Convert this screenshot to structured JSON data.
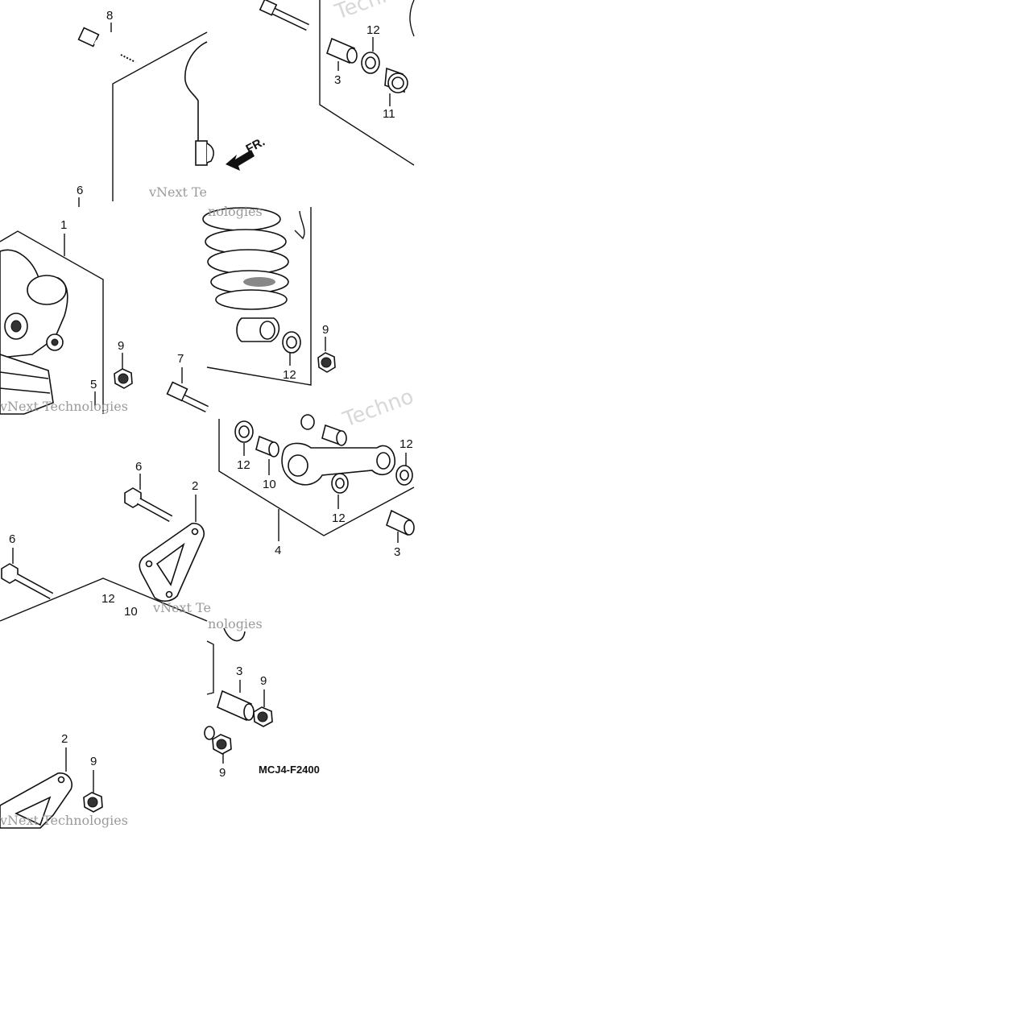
{
  "diagram": {
    "part_numbers": {
      "n1": "1",
      "n2": "2",
      "n3": "3",
      "n4": "4",
      "n5": "5",
      "n6": "6",
      "n7": "7",
      "n8": "8",
      "n9": "9",
      "n10": "10",
      "n11": "11",
      "n12": "12"
    },
    "direction_label": "FR.",
    "figure_code": "MCJ4-F2400",
    "watermark": {
      "line1": "vNext Technologies",
      "short": "Techno",
      "part_a": "vNext Te",
      "part_b": "nologies"
    }
  }
}
